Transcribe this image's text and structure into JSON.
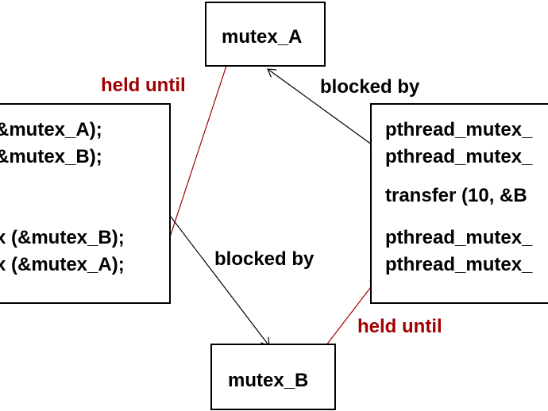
{
  "colors": {
    "ink": "#000000",
    "held": "#a00000"
  },
  "mutex_a": {
    "label": "mutex_A"
  },
  "mutex_b": {
    "label": "mutex_B"
  },
  "left_thread": {
    "lines": [
      "&mutex_A);",
      "&mutex_B);",
      "x (&mutex_B);",
      "x (&mutex_A);"
    ]
  },
  "right_thread": {
    "lines": [
      "pthread_mutex_",
      "pthread_mutex_",
      "transfer (10, &B",
      "pthread_mutex_",
      "pthread_mutex_"
    ]
  },
  "labels": {
    "held_until_top": "held until",
    "held_until_bottom": "held until",
    "blocked_by_top": "blocked by",
    "blocked_by_middle": "blocked by"
  }
}
